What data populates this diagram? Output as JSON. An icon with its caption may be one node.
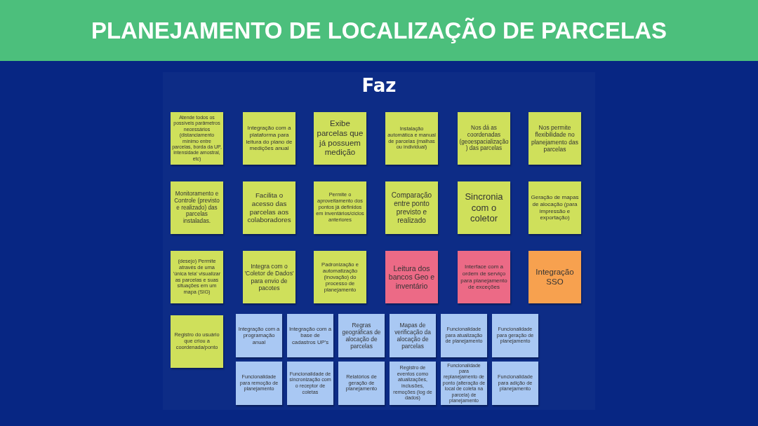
{
  "diagram": {
    "title": "PLANEJAMENTO DE LOCALIZAÇÃO DE PARCELAS",
    "nodes": [
      {
        "text": [
          "Faz"
        ]
      },
      {
        "text": [
          "Atende todos os  possíveis parâmetros necessários (distanciamento mínimo entre parcelas, borda da UP, intensidade amostral, etc)"
        ],
        "in": 0
      },
      {
        "text": [
          "Integração com a plataforma para leitura do plano de medições anual"
        ],
        "in": 0
      },
      {
        "text": [
          "Exibe parcelas que já possuem medição"
        ],
        "in": 0
      },
      {
        "text": [
          "Instalação automática e manual de parcelas (malhas ou individual)"
        ],
        "in": 0
      },
      {
        "text": [
          "Nos dá as coordenadas (geoespacialização) das parcelas"
        ],
        "in": 0
      },
      {
        "text": [
          "Nos permite flexibilidade no planejamento das parcelas"
        ],
        "in": 0
      },
      {
        "text": [
          "Monitoramento e Controle (previsto e realizado) das parcelas instaladas."
        ],
        "in": 0
      },
      {
        "text": [
          "Facilita o acesso das parcelas aos colaboradores"
        ],
        "in": 0
      },
      {
        "text": [
          "Permite o aproveitamento dos pontos já definidos em inventários/ciclos anteriores"
        ],
        "in": 0
      },
      {
        "text": [
          "Comparação entre ponto previsto e realizado"
        ],
        "in": 0
      },
      {
        "text": [
          "Sincronia com o coletor"
        ],
        "in": 0
      },
      {
        "text": [
          "Geração de mapas de alocação (para impressão e exportação)"
        ],
        "in": 0
      },
      {
        "text": [
          "(desejo) Permite através de uma 'única tela' visualizar as parcelas e suas situações em um mapa (SIG)"
        ],
        "in": 0
      },
      {
        "text": [
          "Integra com o 'Coletor de Dados' para envio de pacotes"
        ],
        "in": 0
      },
      {
        "text": [
          "Padronização e automatização (inovação) do processo de planejamento"
        ],
        "in": 0
      },
      {
        "text": [
          "Leitura dos bancos Geo e inventário"
        ],
        "in": 0
      },
      {
        "text": [
          "Interface com a ordem de serviço para planejamento de exceções"
        ],
        "in": 0
      },
      {
        "text": [
          "Integração SSO"
        ],
        "in": 0
      },
      {
        "text": [
          "Registro do usuário que criou a coordenada/ponto"
        ],
        "in": 0
      },
      {
        "text": [
          "Integração com a programação anual"
        ],
        "in": 0
      },
      {
        "text": [
          "Integração com a base de cadastros UP's"
        ],
        "in": 0
      },
      {
        "text": [
          "Regras geográficas de alocação de parcelas"
        ],
        "in": 0
      },
      {
        "text": [
          "Mapas de verificação da alocação de parcelas"
        ],
        "in": 0
      },
      {
        "text": [
          "Funcionalidade para atualização de planejamento"
        ],
        "in": 0
      },
      {
        "text": [
          "Funcionalidade para geração de planejamento"
        ],
        "in": 0
      },
      {
        "text": [
          "Funcionalidade para remoção de planejamento"
        ],
        "in": 0
      },
      {
        "text": [
          "Funcionalidade de sincronização com o receptor de coletas"
        ],
        "in": 0
      },
      {
        "text": [
          "Relatórios de geração de planejamento"
        ],
        "in": 0
      },
      {
        "text": [
          "Registro de eventos como atualizações, inclusões, remoções (log de dados)"
        ],
        "in": 0
      },
      {
        "text": [
          "Funcionalidade para replanejamento de ponto (alteração de local de coleta na parcela) de planejamento"
        ],
        "in": 0
      },
      {
        "text": [
          "Funcionalidade para adição de planejamento"
        ],
        "in": 0
      }
    ]
  }
}
